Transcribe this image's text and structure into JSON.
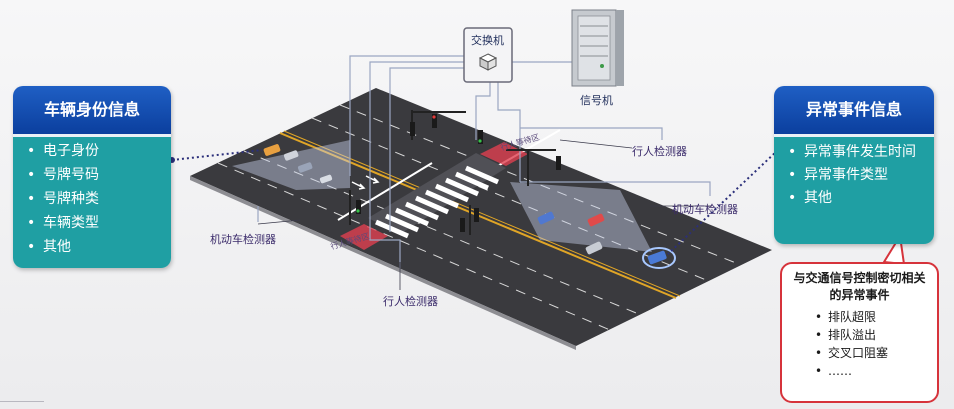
{
  "left_panel": {
    "title": "车辆身份信息",
    "items": [
      "电子身份",
      "号牌号码",
      "号牌种类",
      "车辆类型",
      "其他"
    ]
  },
  "right_panel": {
    "title": "异常事件信息",
    "items": [
      "异常事件发生时间",
      "异常事件类型",
      "其他"
    ]
  },
  "callout": {
    "title": "与交通信号控制密切相关的异常事件",
    "items": [
      "排队超限",
      "排队溢出",
      "交叉口阻塞",
      "……"
    ]
  },
  "diagram_labels": {
    "switch": "交换机",
    "signal_machine": "信号机",
    "ped_detector_upper": "行人检测器",
    "ped_detector_lower": "行人检测器",
    "vehicle_detector_left": "机动车检测器",
    "vehicle_detector_right": "机动车检测器",
    "ped_waiting_zone_upper": "行人等待区",
    "ped_waiting_zone_lower": "行人等待区"
  },
  "colors": {
    "panel_header": "#0b3f9e",
    "panel_body": "#1f9fa3",
    "callout_border": "#d6333b",
    "road": "#3a3a3e",
    "centerline": "#e0a526",
    "waiting_zone": "#e04050"
  }
}
